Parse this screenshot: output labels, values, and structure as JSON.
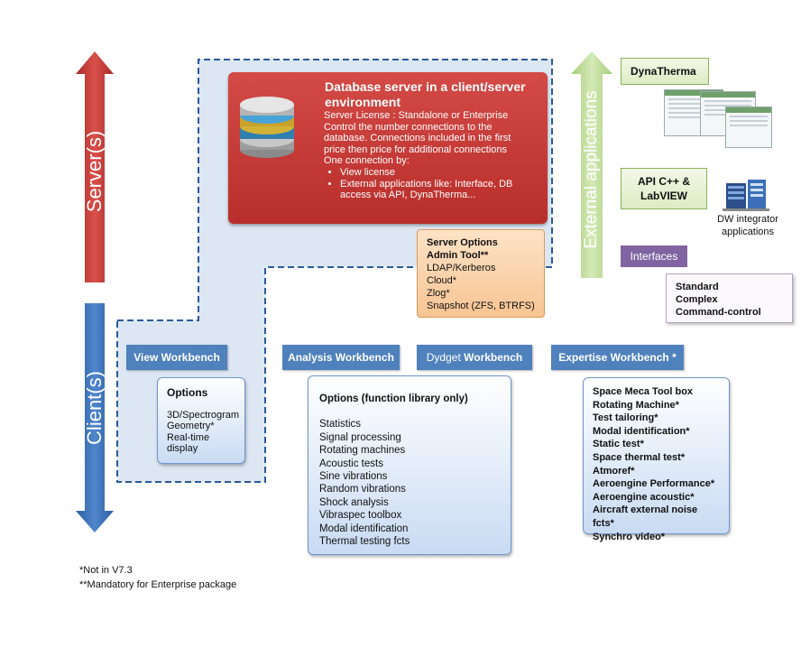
{
  "side_labels": {
    "server": "Server(s)",
    "client": "Client(s)",
    "external": "External applications"
  },
  "db_server": {
    "title": "Database server in a client/server environment",
    "lines": [
      "Server License : Standalone or Enterprise",
      "Control the number connections to the",
      "database. Connections included in the first",
      "price then price for additional connections",
      "One  connection by:"
    ],
    "bullets": [
      "View license",
      "External applications like: Interface, DB access via API, DynaTherma..."
    ]
  },
  "server_options": {
    "title": "Server Options",
    "admin": "Admin Tool**",
    "items": [
      "LDAP/Kerberos",
      "Cloud*",
      "Zlog*",
      "Snapshot (ZFS, BTRFS)"
    ]
  },
  "external": {
    "dynatherma": "DynaTherma",
    "api": "API C++ & LabVIEW",
    "dw_caption": "DW integrator applications",
    "interfaces": "Interfaces",
    "interfaces_items": [
      "Standard",
      "Complex",
      "Command-control"
    ]
  },
  "workbenches": {
    "view": "View Workbench",
    "analysis": "Analysis  Workbench",
    "dydget_a": "Dydget",
    "dydget_b": "Workbench",
    "expertise": "Expertise Workbench *"
  },
  "view_options": {
    "title": "Options",
    "items": [
      "3D/Spectrogram",
      "Geometry*",
      "Real-time display"
    ]
  },
  "analysis_options": {
    "title": "Options (function library only)",
    "items": [
      "Statistics",
      "Signal processing",
      "Rotating machines",
      "Acoustic tests",
      "Sine vibrations",
      "Random vibrations",
      "Shock analysis",
      "Vibraspec toolbox",
      "Modal identification",
      "Thermal testing fcts"
    ]
  },
  "expertise_items": [
    "Space Meca Tool box",
    "Rotating Machine*",
    "Test tailoring*",
    "Modal identification*",
    "Static test*",
    "Space thermal test*",
    "Atmoref*",
    "Aeroengine Performance*",
    "Aeroengine acoustic*",
    "Aircraft  external noise fcts*",
    "Synchro video*"
  ],
  "footnotes": [
    "*Not  in V7.3",
    "**Mandatory for Enterprise package"
  ],
  "colors": {
    "red_arrow": "#c0392b",
    "blue_arrow": "#3a6fb3",
    "green_arrow": "#a9cf7d",
    "workbench": "#4f81bd",
    "db_red": "#c23a36"
  }
}
